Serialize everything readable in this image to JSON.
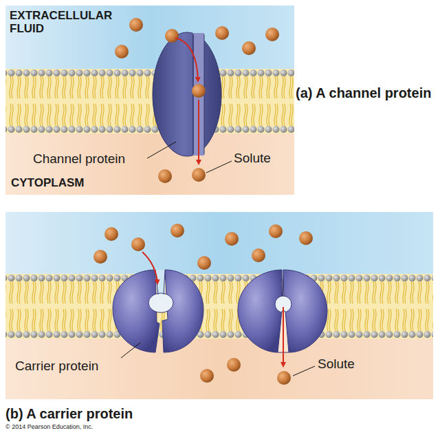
{
  "diagram": {
    "labels": [
      "EXTRACELLULAR FLUID",
      "(a) A channel protein",
      "Channel protein",
      "Solute",
      "CYTOPLASM",
      "Carrier protein",
      "Solute",
      "(b) A carrier protein",
      "© 2014 Pearson Education, Inc."
    ]
  }
}
